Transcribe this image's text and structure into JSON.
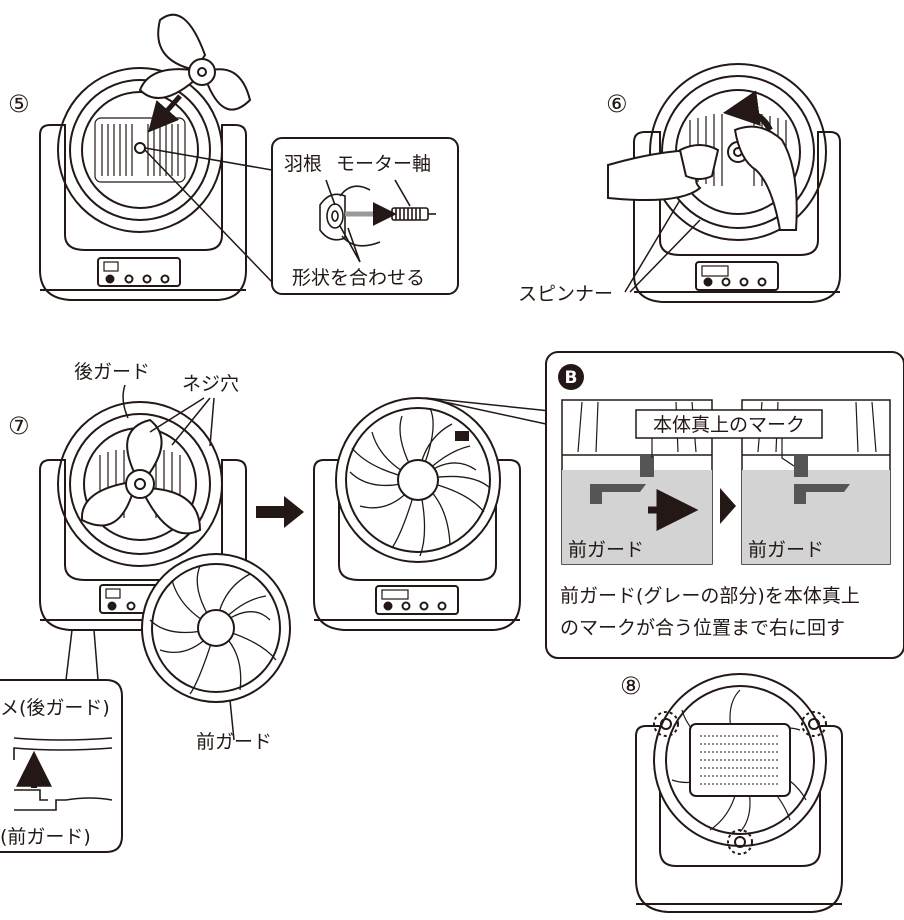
{
  "steps": {
    "s5": "⑤",
    "s6": "⑥",
    "s7": "⑦",
    "s8": "⑧"
  },
  "callout5": {
    "blade": "羽根",
    "motor_shaft": "モーター軸",
    "match_shape": "形状を合わせる"
  },
  "step6": {
    "spinner": "スピンナー"
  },
  "step7": {
    "rear_guard": "後ガード",
    "screw_holes": "ネジ穴",
    "front_guard": "前ガード",
    "tab_rear": "メ(後ガード)",
    "tab_front": "(前ガード)"
  },
  "calloutB": {
    "badge": "B",
    "body_mark": "本体真上のマーク",
    "front_guard_left": "前ガード",
    "front_guard_right": "前ガード",
    "note_line1": "前ガード(グレーの部分)を本体真上",
    "note_line2": "のマークが合う位置まで右に回す"
  },
  "colors": {
    "line": "#231815",
    "gray": "#d3d3d3",
    "dark": "#555555"
  }
}
